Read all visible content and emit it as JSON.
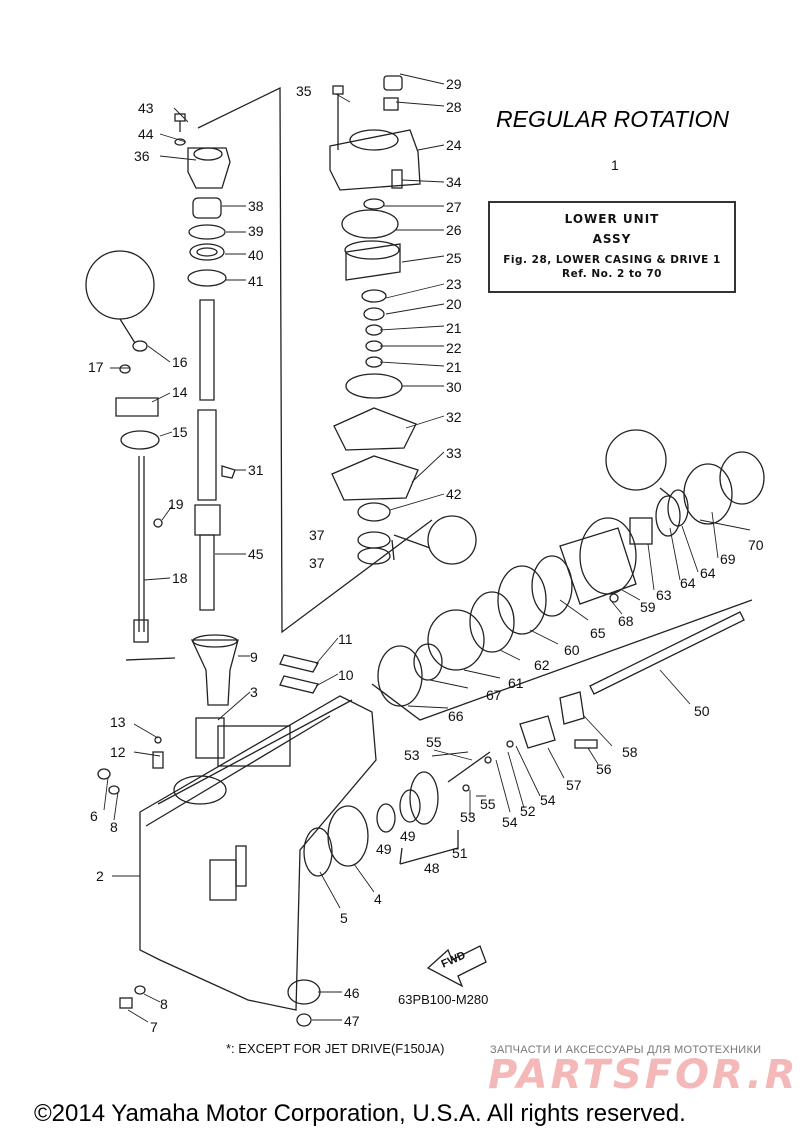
{
  "diagram": {
    "title": "REGULAR ROTATION",
    "ref_box": {
      "part_no": "1",
      "line1": "LOWER UNIT",
      "line2": "ASSY",
      "line3": "Fig. 28, LOWER CASING & DRIVE 1",
      "line4": "Ref. No. 2 to 70"
    },
    "drawing_code": "63PB100-M280",
    "fwd_label": "FWD",
    "note": "*: EXCEPT FOR JET DRIVE(F150JA)",
    "copyright": "©2014 Yamaha Motor Corporation, U.S.A. All rights reserved."
  },
  "watermark": {
    "caption": "ЗАПЧАСТИ И АКСЕССУАРЫ ДЛЯ МОТОТЕХНИКИ",
    "brand": "PARTSFOR.RU"
  },
  "callouts": [
    "29",
    "28",
    "24",
    "34",
    "27",
    "26",
    "25",
    "23",
    "20",
    "21",
    "22",
    "21",
    "30",
    "32",
    "33",
    "42",
    "37",
    "37",
    "35",
    "43",
    "44",
    "36",
    "38",
    "39",
    "40",
    "41",
    "16",
    "17",
    "14",
    "15",
    "31",
    "19",
    "18",
    "45",
    "11",
    "10",
    "9",
    "3",
    "13",
    "12",
    "6",
    "8",
    "2",
    "5",
    "4",
    "49",
    "49",
    "48",
    "8",
    "7",
    "46",
    "47",
    "70",
    "69",
    "64",
    "64",
    "63",
    "59",
    "68",
    "65",
    "60",
    "62",
    "61",
    "67",
    "66",
    "50",
    "58",
    "56",
    "57",
    "55",
    "53",
    "53",
    "55",
    "54",
    "52",
    "54",
    "51"
  ]
}
